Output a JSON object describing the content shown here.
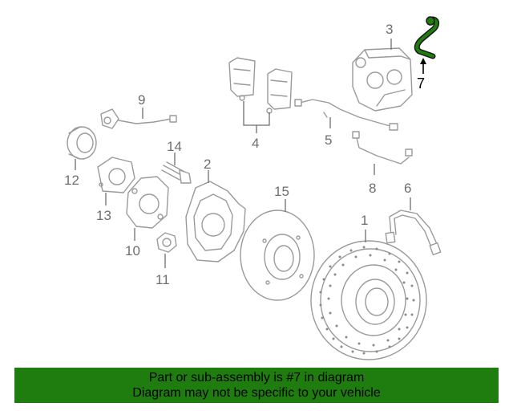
{
  "diagram": {
    "callouts": {
      "c1": "1",
      "c2": "2",
      "c3": "3",
      "c4": "4",
      "c5": "5",
      "c6": "6",
      "c7": "7",
      "c8": "8",
      "c9": "9",
      "c10": "10",
      "c11": "11",
      "c12": "12",
      "c13": "13",
      "c14": "14",
      "c15": "15"
    },
    "highlighted_part": "7",
    "colors": {
      "highlight": "#1f7d10",
      "line": "#9a9a9a",
      "banner": "#1f7d10"
    }
  },
  "banner": {
    "line1": "Part or sub-assembly is #7 in diagram",
    "line2": "Diagram may not be specific to your vehicle"
  }
}
